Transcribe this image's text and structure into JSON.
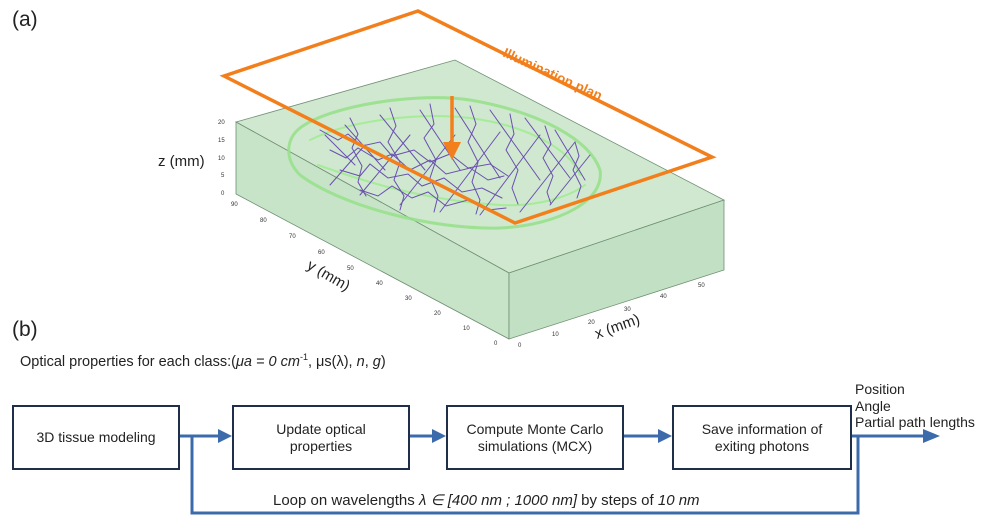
{
  "panels": {
    "a": "(a)",
    "b": "(b)"
  },
  "figure_a": {
    "illumination_label": "Illumination plan",
    "z_axis_title": "z (mm)",
    "y_axis_title": "y (mm)",
    "x_axis_title": "x (mm)",
    "z_ticks": [
      "20",
      "15",
      "10",
      "5",
      "0"
    ],
    "y_ticks": [
      "90",
      "80",
      "70",
      "60",
      "50",
      "40",
      "30",
      "20",
      "10",
      "0"
    ],
    "x_ticks": [
      "0",
      "10",
      "20",
      "30",
      "40",
      "50"
    ],
    "colors": {
      "illumination": "#f27f1b",
      "volume": "#c8e6c9",
      "vessels": "#6a4fb0"
    }
  },
  "figure_b": {
    "optical_props": {
      "prefix": "Optical properties for each class:(",
      "mua": "μa = 0 cm",
      "mua_exp": "-1",
      "mus": ", μs(λ), ",
      "n": "n",
      "sep": ", ",
      "g": "g",
      "suffix": ")"
    },
    "steps": [
      {
        "label": "3D tissue modeling"
      },
      {
        "label": "Update optical properties"
      },
      {
        "label": "Compute Monte Carlo simulations (MCX)"
      },
      {
        "label": "Save information of exiting photons"
      }
    ],
    "outputs": [
      "Position",
      "Angle",
      "Partial path lengths"
    ],
    "loop": {
      "prefix": "Loop on wavelengths ",
      "range": "λ ∈ [400 nm ; 1000 nm]",
      "middle": " by steps of ",
      "step": "10 nm"
    },
    "colors": {
      "arrow": "#3c6bab",
      "box_border": "#1f2f4a"
    }
  }
}
